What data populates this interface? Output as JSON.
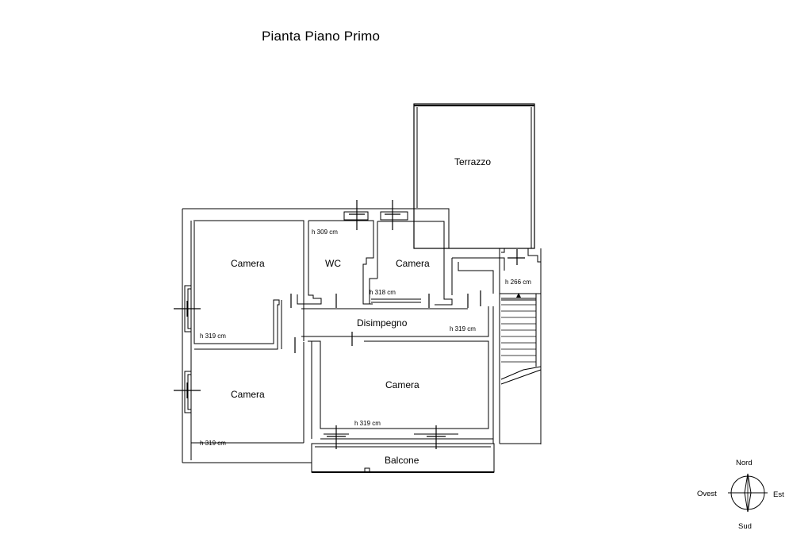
{
  "title": "Pianta Piano Primo",
  "rooms": {
    "terrazzo": "Terrazzo",
    "camera_nw": "Camera",
    "wc": "WC",
    "camera_n": "Camera",
    "disimpegno": "Disimpegno",
    "camera_sw": "Camera",
    "camera_s": "Camera",
    "balcone": "Balcone"
  },
  "heights": {
    "wc": "h 309 cm",
    "camera_n": "h 318 cm",
    "stair": "h 266 cm",
    "camera_nw": "h 319 cm",
    "disimpegno": "h 319 cm",
    "camera_s": "h 319 cm",
    "camera_sw": "h 319 cm"
  },
  "compass": {
    "north": "Nord",
    "south": "Sud",
    "east": "Est",
    "west": "Ovest"
  }
}
